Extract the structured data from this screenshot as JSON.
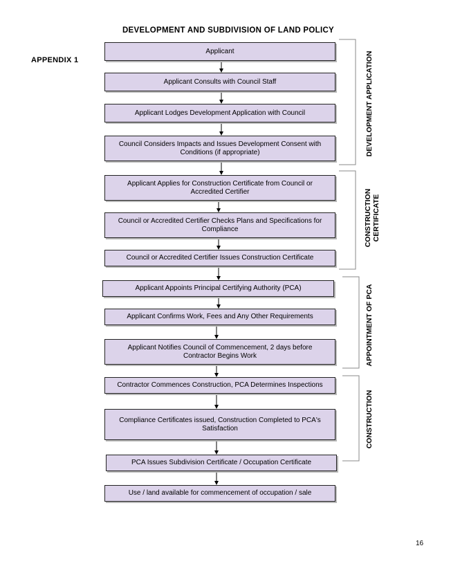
{
  "title": "DEVELOPMENT AND SUBDIVISION OF LAND POLICY",
  "appendix": "APPENDIX 1",
  "steps": [
    "Applicant",
    "Applicant Consults with Council Staff",
    "Applicant Lodges Development Application with Council",
    "Council Considers Impacts and Issues Development Consent with Conditions (if appropriate)",
    "Applicant Applies for Construction Certificate from Council or Accredited Certifier",
    "Council or Accredited Certifier Checks Plans and Specifications for Compliance",
    "Council or Accredited Certifier Issues Construction Certificate",
    "Applicant Appoints Principal Certifying Authority (PCA)",
    "Applicant Confirms Work, Fees and Any Other Requirements",
    "Applicant Notifies Council of Commencement, 2 days before Contractor Begins Work",
    "Contractor Commences Construction, PCA Determines Inspections",
    "Compliance Certificates issued, Construction Completed to PCA's Satisfaction",
    "PCA Issues Subdivision Certificate / Occupation Certificate",
    "Use / land available for commencement of occupation / sale"
  ],
  "stages": [
    "DEVELOPMENT APPLICATION",
    "CONSTRUCTION CERTIFICATE",
    "APPOINTMENT OF PCA",
    "CONSTRUCTION"
  ],
  "page_number": "16",
  "colors": {
    "box_fill": "#dcd3ea",
    "box_border": "#222222",
    "shadow": "#b7b7b7"
  }
}
